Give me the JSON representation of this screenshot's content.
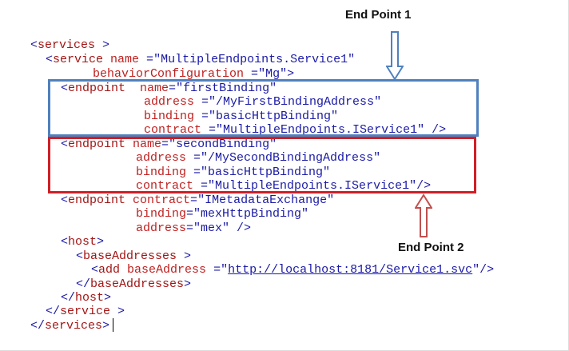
{
  "labels": {
    "endpoint1": "End Point 1",
    "endpoint2": "End Point 2"
  },
  "colors": {
    "box1": "#4f81bd",
    "box2": "#d01f26",
    "tag": "#a31515",
    "value": "#1a1aa6"
  },
  "code": {
    "l1": {
      "lt": "<",
      "tag": "services",
      "gt": " >"
    },
    "l2": {
      "lt": "<",
      "tag": "service",
      "attr": " name ",
      "eq": "=",
      "val": "\"MultipleEndpoints.Service1\""
    },
    "l3": {
      "attr": "behaviorConfiguration ",
      "eq": "=",
      "val": "\"Mg\"",
      "gt": ">"
    },
    "l4": {
      "lt": "<",
      "tag": "endpoint",
      "attr": "  name",
      "eq": "=",
      "val": "\"firstBinding\""
    },
    "l5": {
      "attr": "address ",
      "eq": "=",
      "val": "\"/MyFirstBindingAddress\""
    },
    "l6": {
      "attr": "binding ",
      "eq": "=",
      "val": "\"basicHttpBinding\""
    },
    "l7": {
      "attr": "contract ",
      "eq": "=",
      "val": "\"MultipleEndpoints.IService1\"",
      "end": " />"
    },
    "l8": {
      "lt": "<",
      "tag": "endpoint",
      "attr": " name",
      "eq": "=",
      "val": "\"secondBinding\""
    },
    "l9": {
      "attr": "address ",
      "eq": "=",
      "val": "\"/MySecondBindingAddress\""
    },
    "l10": {
      "attr": "binding ",
      "eq": "=",
      "val": "\"basicHttpBinding\""
    },
    "l11": {
      "attr": "contract ",
      "eq": "=",
      "val": "\"MultipleEndpoints.IService1\"",
      "end": "/>"
    },
    "l12": {
      "lt": "<",
      "tag": "endpoint",
      "attr": " contract",
      "eq": "=",
      "val": "\"IMetadataExchange\""
    },
    "l13": {
      "attr": "binding",
      "eq": "=",
      "val": "\"mexHttpBinding\""
    },
    "l14": {
      "attr": "address",
      "eq": "=",
      "val": "\"mex\"",
      "end": " />"
    },
    "l15": {
      "lt": "<",
      "tag": "host",
      "gt": ">"
    },
    "l16": {
      "lt": "<",
      "tag": "baseAddresses",
      "gt": " >"
    },
    "l17": {
      "lt": "<",
      "tag": "add",
      "attr": " baseAddress ",
      "eq": "=",
      "q1": "\"",
      "url": "http://localhost:8181/Service1.svc",
      "q2": "\"",
      "end": "/>"
    },
    "l18": {
      "lt": "</",
      "tag": "baseAddresses",
      "gt": ">"
    },
    "l19": {
      "lt": "</",
      "tag": "host",
      "gt": ">"
    },
    "l20": {
      "lt": "</",
      "tag": "service",
      "gt": " >"
    },
    "l21": {
      "lt": "</",
      "tag": "services",
      "gt": ">"
    }
  }
}
